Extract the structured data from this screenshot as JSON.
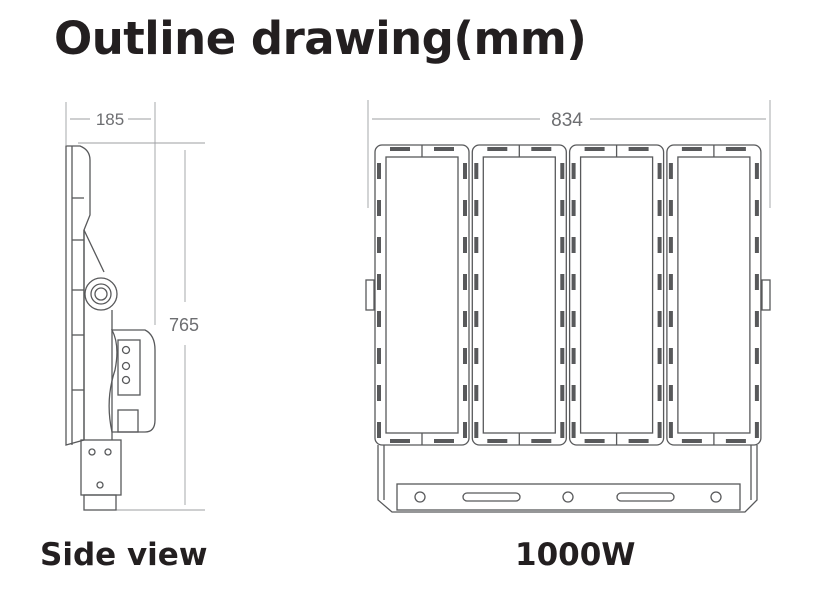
{
  "title": "Outline drawing(mm)",
  "side_view": {
    "caption": "Side view",
    "width_dim": "185",
    "height_dim": "765"
  },
  "front_view": {
    "caption": "1000W",
    "width_dim": "834",
    "module_count": 4
  },
  "colors": {
    "line": "#58595b",
    "dim": "#9d9fa2",
    "text": "#231f20"
  }
}
